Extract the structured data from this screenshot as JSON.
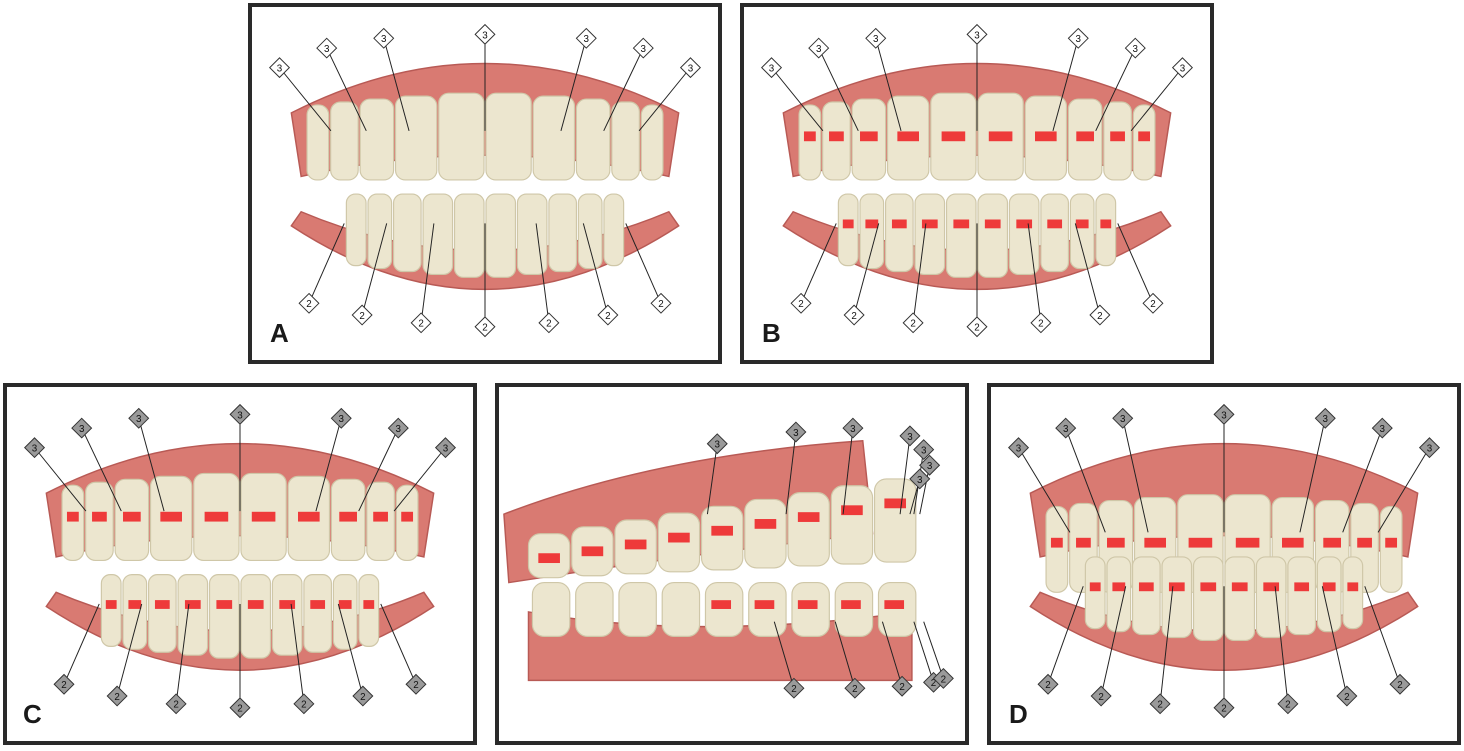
{
  "colors": {
    "gum": "#d97a72",
    "gum_dark": "#b85a55",
    "gum_light": "#e9a59e",
    "tooth": "#ece6cf",
    "tooth_shade": "#cfc7a8",
    "attachment": "#ee3a3a",
    "marker_open": "#ffffff",
    "marker_filled": "#9a9a9a",
    "frame": "#2a2a2a"
  },
  "marker_labels": {
    "upper": "3",
    "lower": "2"
  },
  "panels": [
    {
      "id": "A",
      "label": "A",
      "view": "frontal-open",
      "attachments": false,
      "marker_style": "open"
    },
    {
      "id": "B",
      "label": "B",
      "view": "frontal-open",
      "attachments": true,
      "marker_style": "open"
    },
    {
      "id": "C",
      "label": "C",
      "view": "frontal-open",
      "attachments": true,
      "marker_style": "filled"
    },
    {
      "id": "side",
      "label": "",
      "view": "lateral",
      "attachments": true,
      "marker_style": "filled"
    },
    {
      "id": "D",
      "label": "D",
      "view": "frontal-closed",
      "attachments": true,
      "marker_style": "filled"
    }
  ]
}
